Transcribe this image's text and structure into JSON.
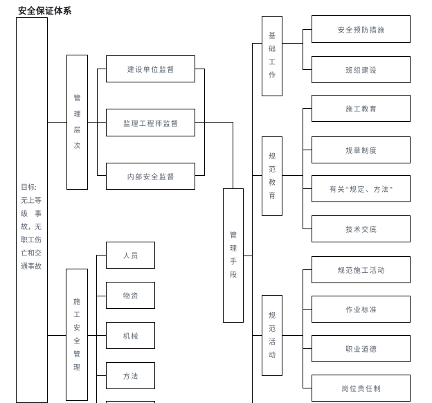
{
  "title": "安全保证体系",
  "goal": {
    "label": "目标:\n无上等\n级　事\n故，无\n职工伤\n亡和交\n通事故"
  },
  "management_levels": {
    "label": "管理层次",
    "children": [
      "建设单位监督",
      "监理工程师监督",
      "内部安全监督"
    ]
  },
  "construction_safety": {
    "label": "施工安全管理",
    "children": [
      "人员",
      "物资",
      "机械",
      "方法"
    ]
  },
  "management_means": {
    "label": "管理手段"
  },
  "basic_work": {
    "label": "基础工作",
    "children": [
      "安全预防措施",
      "班组建设"
    ]
  },
  "standard_education": {
    "label": "规范教育",
    "children": [
      "施工教育",
      "规章制度",
      "有关“规定、方法”",
      "技术交底"
    ]
  },
  "standard_activities": {
    "label": "规范活动",
    "children": [
      "规范施工活动",
      "作业标准",
      "职业道德",
      "岗位责任制"
    ]
  },
  "colors": {
    "line": "#000000",
    "text": "#57616e",
    "title": "#1c1f24",
    "background": "#ffffff"
  }
}
